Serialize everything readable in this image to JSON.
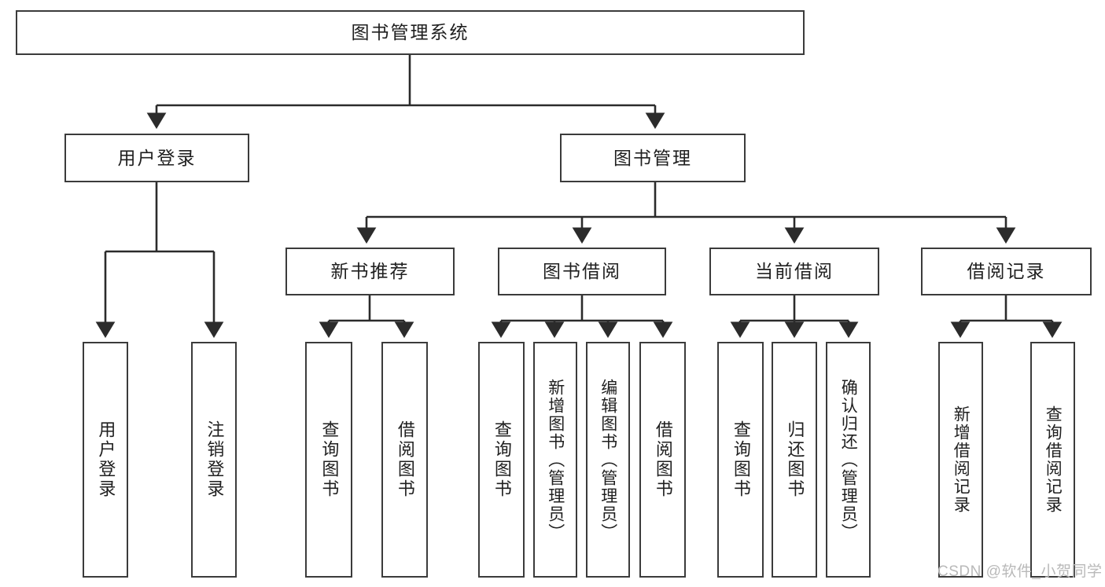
{
  "diagram": {
    "type": "tree",
    "title": "图书管理系统",
    "watermark": "CSDN @软件_小贺同学",
    "colors": {
      "box_border": "#3b3b3b",
      "box_fill": "#ffffff",
      "connector": "#2b2b2b",
      "text": "#1f1f1f",
      "watermark": "#b9b9b9",
      "background": "#ffffff"
    },
    "levels": {
      "root": "图书管理系统",
      "level2": [
        "用户登录",
        "图书管理"
      ],
      "level3": [
        "新书推荐",
        "图书借阅",
        "当前借阅",
        "借阅记录"
      ]
    },
    "nodes": {
      "root": {
        "label": "图书管理系统"
      },
      "user_login": {
        "label": "用户登录"
      },
      "book_manage": {
        "label": "图书管理"
      },
      "new_book_rec": {
        "label": "新书推荐"
      },
      "book_borrow": {
        "label": "图书借阅"
      },
      "current_borrow": {
        "label": "当前借阅"
      },
      "borrow_record": {
        "label": "借阅记录"
      },
      "leaf_user_login": {
        "label": "用户登录"
      },
      "leaf_logout": {
        "label": "注销登录"
      },
      "leaf_query_book_1": {
        "label": "查询图书"
      },
      "leaf_borrow_book_1": {
        "label": "借阅图书"
      },
      "leaf_query_book_2": {
        "label": "查询图书"
      },
      "leaf_add_book_admin": {
        "label": "新增图书（管理员）"
      },
      "leaf_edit_book_admin": {
        "label": "编辑图书（管理员）"
      },
      "leaf_borrow_book_2": {
        "label": "借阅图书"
      },
      "leaf_query_book_3": {
        "label": "查询图书"
      },
      "leaf_return_book": {
        "label": "归还图书"
      },
      "leaf_confirm_return_admin": {
        "label": "确认归还（管理员）"
      },
      "leaf_add_borrow_record": {
        "label": "新增借阅记录"
      },
      "leaf_query_borrow_record": {
        "label": "查询借阅记录"
      }
    },
    "edges": [
      {
        "from": "root",
        "to": "user_login"
      },
      {
        "from": "root",
        "to": "book_manage"
      },
      {
        "from": "user_login",
        "to": "leaf_user_login"
      },
      {
        "from": "user_login",
        "to": "leaf_logout"
      },
      {
        "from": "book_manage",
        "to": "new_book_rec"
      },
      {
        "from": "book_manage",
        "to": "book_borrow"
      },
      {
        "from": "book_manage",
        "to": "current_borrow"
      },
      {
        "from": "book_manage",
        "to": "borrow_record"
      },
      {
        "from": "new_book_rec",
        "to": "leaf_query_book_1"
      },
      {
        "from": "new_book_rec",
        "to": "leaf_borrow_book_1"
      },
      {
        "from": "book_borrow",
        "to": "leaf_query_book_2"
      },
      {
        "from": "book_borrow",
        "to": "leaf_add_book_admin"
      },
      {
        "from": "book_borrow",
        "to": "leaf_edit_book_admin"
      },
      {
        "from": "book_borrow",
        "to": "leaf_borrow_book_2"
      },
      {
        "from": "current_borrow",
        "to": "leaf_query_book_3"
      },
      {
        "from": "current_borrow",
        "to": "leaf_return_book"
      },
      {
        "from": "current_borrow",
        "to": "leaf_confirm_return_admin"
      },
      {
        "from": "borrow_record",
        "to": "leaf_add_borrow_record"
      },
      {
        "from": "borrow_record",
        "to": "leaf_query_borrow_record"
      }
    ]
  }
}
